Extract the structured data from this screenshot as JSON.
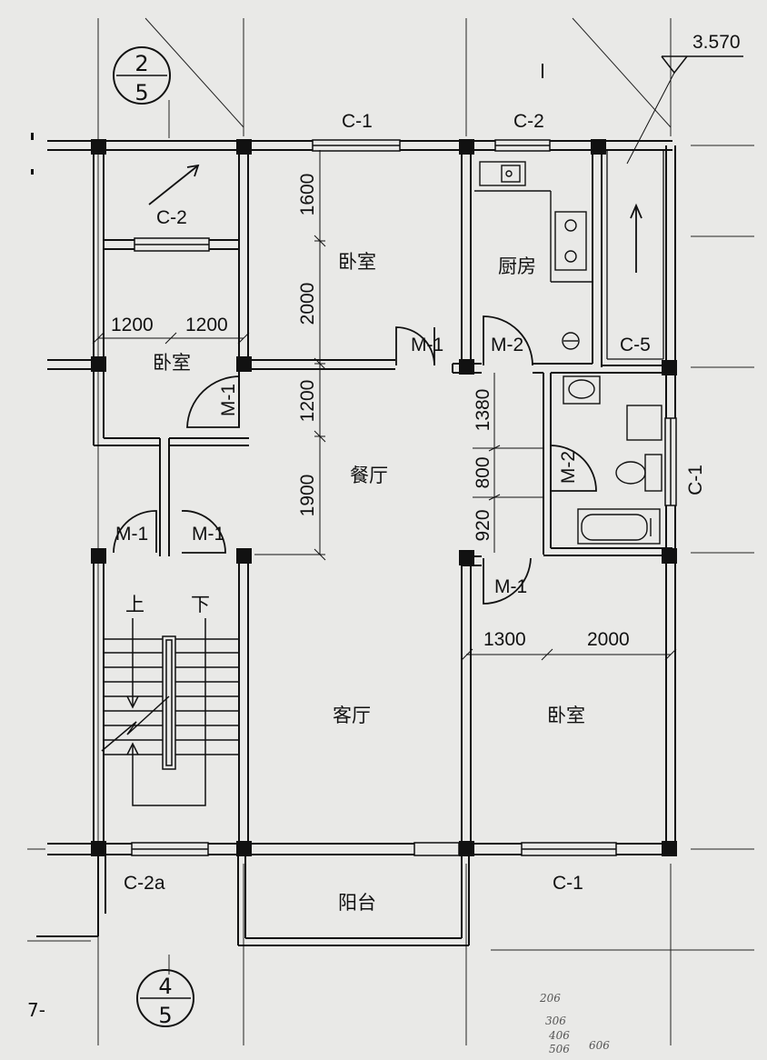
{
  "plan": {
    "elevation_mark": "3.570",
    "grid_axes": [
      {
        "number": "2",
        "sheet": "5"
      },
      {
        "number": "4",
        "sheet": "5"
      }
    ],
    "rooms": {
      "bedroom_top": "卧室",
      "bedroom_left": "卧室",
      "bedroom_right": "卧室",
      "kitchen": "厨房",
      "dining": "餐厅",
      "living": "客厅",
      "balcony": "阳台"
    },
    "stair": {
      "up": "上",
      "down": "下"
    },
    "windows": {
      "c1_top": "C-1",
      "c2_top": "C-2",
      "c2_left": "C-2",
      "c5": "C-5",
      "c1_right": "C-1",
      "c1_bottom": "C-1",
      "c2a_bottom": "C-2a"
    },
    "doors": {
      "m1_bedroom_top": "M-1",
      "m2_kitchen": "M-2",
      "m1_bedroom_left": "M-1",
      "m2_bath": "M-2",
      "m1_stair_left": "M-1",
      "m1_stair_right": "M-1",
      "m1_bedroom_right": "M-1"
    },
    "dimensions": {
      "d1600": "1600",
      "d2000_v": "2000",
      "d1200_v": "1200",
      "d1900": "1900",
      "d1200_h1": "1200",
      "d1200_h2": "1200",
      "d1380": "1380",
      "d800": "800",
      "d920": "920",
      "d1300": "1300",
      "d2000_h": "2000"
    },
    "page_mark": "7-",
    "pencil_notes": [
      "206",
      "306",
      "406",
      "506",
      "606"
    ]
  }
}
